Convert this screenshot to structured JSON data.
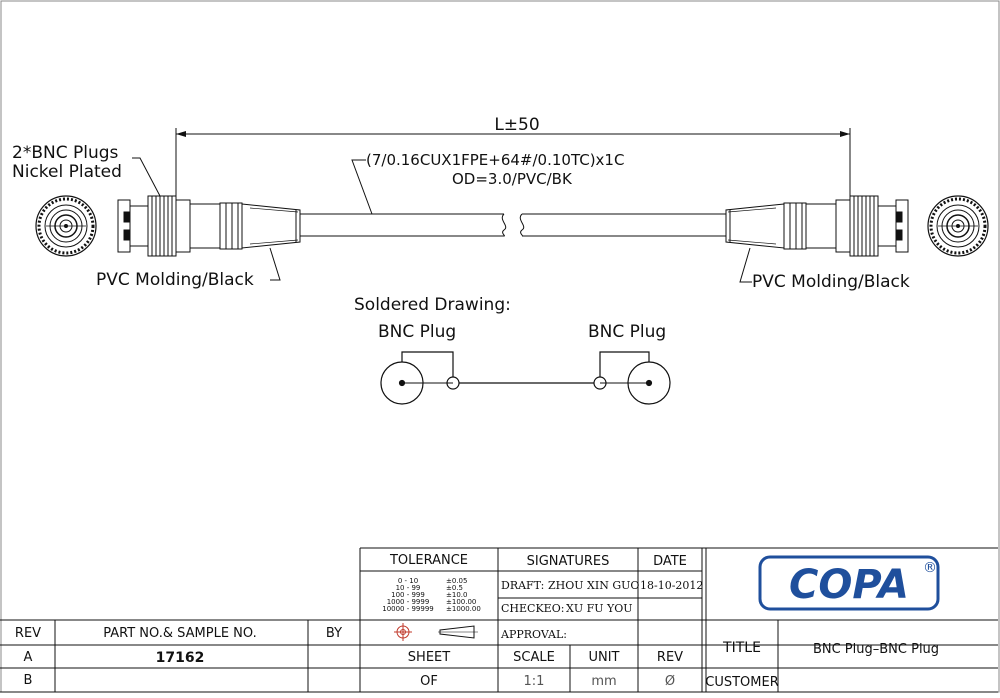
{
  "drawing": {
    "length_label": "L±50",
    "cable_spec_line1": "(7/0.16CUX1FPE+64#/0.10TC)x1C",
    "cable_spec_line2": "OD=3.0/PVC/BK",
    "plugs_line1": "2*BNC Plugs",
    "plugs_line2": "Nickel Plated",
    "molding_left": "PVC Molding/Black",
    "molding_right": "PVC Molding/Black",
    "soldered_title": "Soldered Drawing:",
    "bnc_left": "BNC Plug",
    "bnc_right": "BNC Plug"
  },
  "title_block": {
    "tolerance_header": "TOLERANCE",
    "signatures_header": "SIGNATURES",
    "date_header": "DATE",
    "tolerance_rows": [
      {
        "range": "0  -  10",
        "tol": "±0.05"
      },
      {
        "range": "10  -  99",
        "tol": "±0.5"
      },
      {
        "range": "100  -  999",
        "tol": "±10.0"
      },
      {
        "range": "1000  -  9999",
        "tol": "±100.00"
      },
      {
        "range": "10000  -  99999",
        "tol": "±1000.00"
      }
    ],
    "draft_label": "DRAFT:",
    "draft_name": "ZHOU XIN GUO",
    "draft_date": "18-10-2012",
    "checked_label": "CHECKEO:",
    "checked_name": "XU FU YOU",
    "approval_label": "APPROVAL:",
    "rev_header": "REV",
    "part_header": "PART NO.& SAMPLE NO.",
    "by_header": "BY",
    "rev_a": "A",
    "part_no": "17162",
    "rev_b": "B",
    "sheet_label": "SHEET",
    "sheet_value": "OF",
    "scale_label": "SCALE",
    "scale_value": "1:1",
    "unit_label": "UNIT",
    "unit_value": "mm",
    "rev_label": "REV",
    "rev_value": "Ø",
    "title_label": "TITLE",
    "title_value": "BNC Plug–BNC Plug",
    "customer_label": "CUSTOMER",
    "customer_value": ""
  },
  "logo": {
    "text": "COPA",
    "registered": "®",
    "color": "#1f4f9c"
  }
}
